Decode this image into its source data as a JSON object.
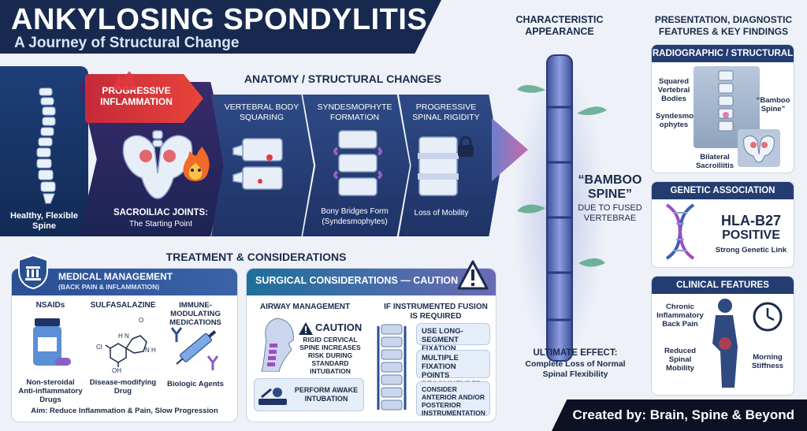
{
  "header": {
    "title": "ANKYLOSING SPONDYLITIS",
    "subtitle": "A Journey of Structural Change"
  },
  "anatomy": {
    "section_title": "ANATOMY / STRUCTURAL CHANGES",
    "healthy_label": "Healthy, Flexible Spine",
    "inflammation_title": "PROGRESSIVE INFLAMMATION",
    "sacroiliac_label": "SACROILIAC JOINTS:",
    "sacroiliac_sub": "The Starting Point",
    "steps": [
      {
        "title": "VERTEBRAL BODY SQUARING",
        "caption": ""
      },
      {
        "title": "SYNDESMOPHYTE FORMATION",
        "caption": "Bony Bridges Form (Syndesmophytes)"
      },
      {
        "title": "PROGRESSIVE SPINAL RIGIDITY",
        "caption": "Loss of Mobility"
      }
    ]
  },
  "appearance": {
    "title": "CHARACTERISTIC APPEARANCE",
    "bamboo_title": "“BAMBOO SPINE”",
    "bamboo_sub": "DUE TO FUSED VERTEBRAE",
    "ultimate_title": "ULTIMATE EFFECT:",
    "ultimate_sub": "Complete Loss of Normal Spinal Flexibility"
  },
  "presentation": {
    "title": "PRESENTATION, DIAGNOSTIC FEATURES & KEY FINDINGS",
    "radiographic": {
      "header": "RADIOGRAPHIC / STRUCTURAL",
      "squared": "Squared Vertebral Bodies",
      "syndesmo": "Syndesmo ophytes",
      "bamboo": "“Bamboo Spine”",
      "sacro": "Bilateral Sacroiliitis"
    },
    "genetic": {
      "header": "GENETIC ASSOCIATION",
      "marker": "HLA-B27",
      "status": "POSITIVE",
      "note": "Strong Genetic Link"
    },
    "clinical": {
      "header": "CLINICAL FEATURES",
      "back_pain": "Chronic Inflammatory Back Pain",
      "mobility": "Reduced Spinal Mobility",
      "stiffness": "Morning Stiffness"
    }
  },
  "treatment": {
    "section_title": "TREATMENT & CONSIDERATIONS",
    "medical": {
      "title": "MEDICAL MANAGEMENT",
      "subtitle": "(BACK PAIN & INFLAMMATION)",
      "items": [
        {
          "name": "NSAIDs",
          "desc": "Non-steroidal Anti-inflammatory Drugs"
        },
        {
          "name": "SULFASALAZINE",
          "desc": "Disease-modifying Drug"
        },
        {
          "name": "IMMUNE-MODULATING MEDICATIONS",
          "desc": "Biologic Agents"
        }
      ],
      "aim": "Aim: Reduce Inflammation & Pain, Slow Progression",
      "molecule_labels": [
        "O",
        "H N",
        "N H",
        "Cl",
        "OH"
      ]
    },
    "surgical": {
      "title": "SURGICAL CONSIDERATIONS — CAUTION",
      "airway_title": "AIRWAY MANAGEMENT",
      "caution_label": "CAUTION",
      "caution_text": "RIGID CERVICAL SPINE INCREASES RISK DURING STANDARD INTUBATION",
      "awake": "PERFORM AWAKE INTUBATION",
      "fusion_title": "IF INSTRUMENTED FUSION IS REQUIRED",
      "fusion_items": [
        "USE LONG-SEGMENT FIXATION",
        "MULTIPLE FIXATION POINTS RECOMMENDED",
        "CONSIDER ANTERIOR AND/OR POSTERIOR INSTRUMENTATION"
      ]
    }
  },
  "footer": {
    "credit": "Created by: Brain, Spine & Beyond"
  },
  "colors": {
    "navy": "#17294f",
    "inflammation": "#e0393e",
    "accent_blue": "#2a4f93",
    "bamboo": "#5c6fb5"
  }
}
